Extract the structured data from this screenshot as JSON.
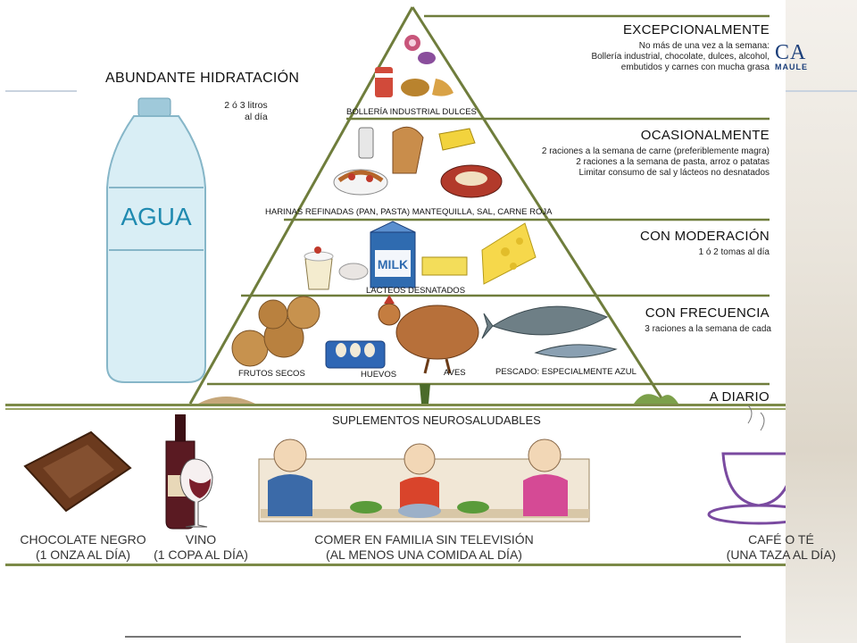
{
  "brand": {
    "logo_text": "CA",
    "logo_sub": "MAULE"
  },
  "hydration": {
    "title": "ABUNDANTE HIDRATACIÓN",
    "amount_line1": "2 ó 3 litros",
    "amount_line2": "al día",
    "bottle_label": "AGUA"
  },
  "pyramid": {
    "levels": [
      {
        "title": "EXCEPCIONALMENTE",
        "desc": [
          "No más de una vez a la semana:",
          "Bollería industrial, chocolate, dulces, alcohol,",
          "embutidos y carnes con mucha grasa"
        ],
        "tier_label": "BOLLERÍA INDUSTRIAL DULCES"
      },
      {
        "title": "OCASIONALMENTE",
        "desc": [
          "2 raciones a la semana de carne (preferiblemente magra)",
          "2 raciones a la semana de pasta, arroz o patatas",
          "Limitar consumo de sal y lácteos no desnatados"
        ],
        "tier_label": "HARINAS REFINADAS (PAN, PASTA) MANTEQUILLA, SAL, CARNE ROJA"
      },
      {
        "title": "CON MODERACIÓN",
        "desc": [
          "1 ó 2 tomas al día"
        ],
        "tier_label": "LACTEOS DESNATADOS",
        "milk_label": "MILK"
      },
      {
        "title": "CON FRECUENCIA",
        "desc": [
          "3 raciones a la semana de cada"
        ],
        "tier_labels": [
          "FRUTOS SECOS",
          "HUEVOS",
          "AVES",
          "PESCADO: ESPECIALMENTE AZUL"
        ]
      },
      {
        "title": "A DIARIO"
      }
    ]
  },
  "bottom": {
    "supplements": "SUPLEMENTOS NEUROSALUDABLES",
    "items": [
      {
        "line1": "CHOCOLATE NEGRO",
        "line2": "(1 ONZA AL DÍA)"
      },
      {
        "line1": "VINO",
        "line2": "(1 COPA AL DÍA)"
      },
      {
        "line1": "COMER EN FAMILIA SIN TELEVISIÓN",
        "line2": "(AL MENOS UNA COMIDA AL DÍA)"
      },
      {
        "line1": "CAFÉ O TÉ",
        "line2": "(UNA TAZA AL DÍA)"
      }
    ]
  },
  "colors": {
    "pyramid_line": "#6f7d3c",
    "water": "#cfe6ef",
    "chocolate": "#6b3a1e",
    "wine": "#5a1a22",
    "coffee_cup": "#7a4aa0"
  }
}
